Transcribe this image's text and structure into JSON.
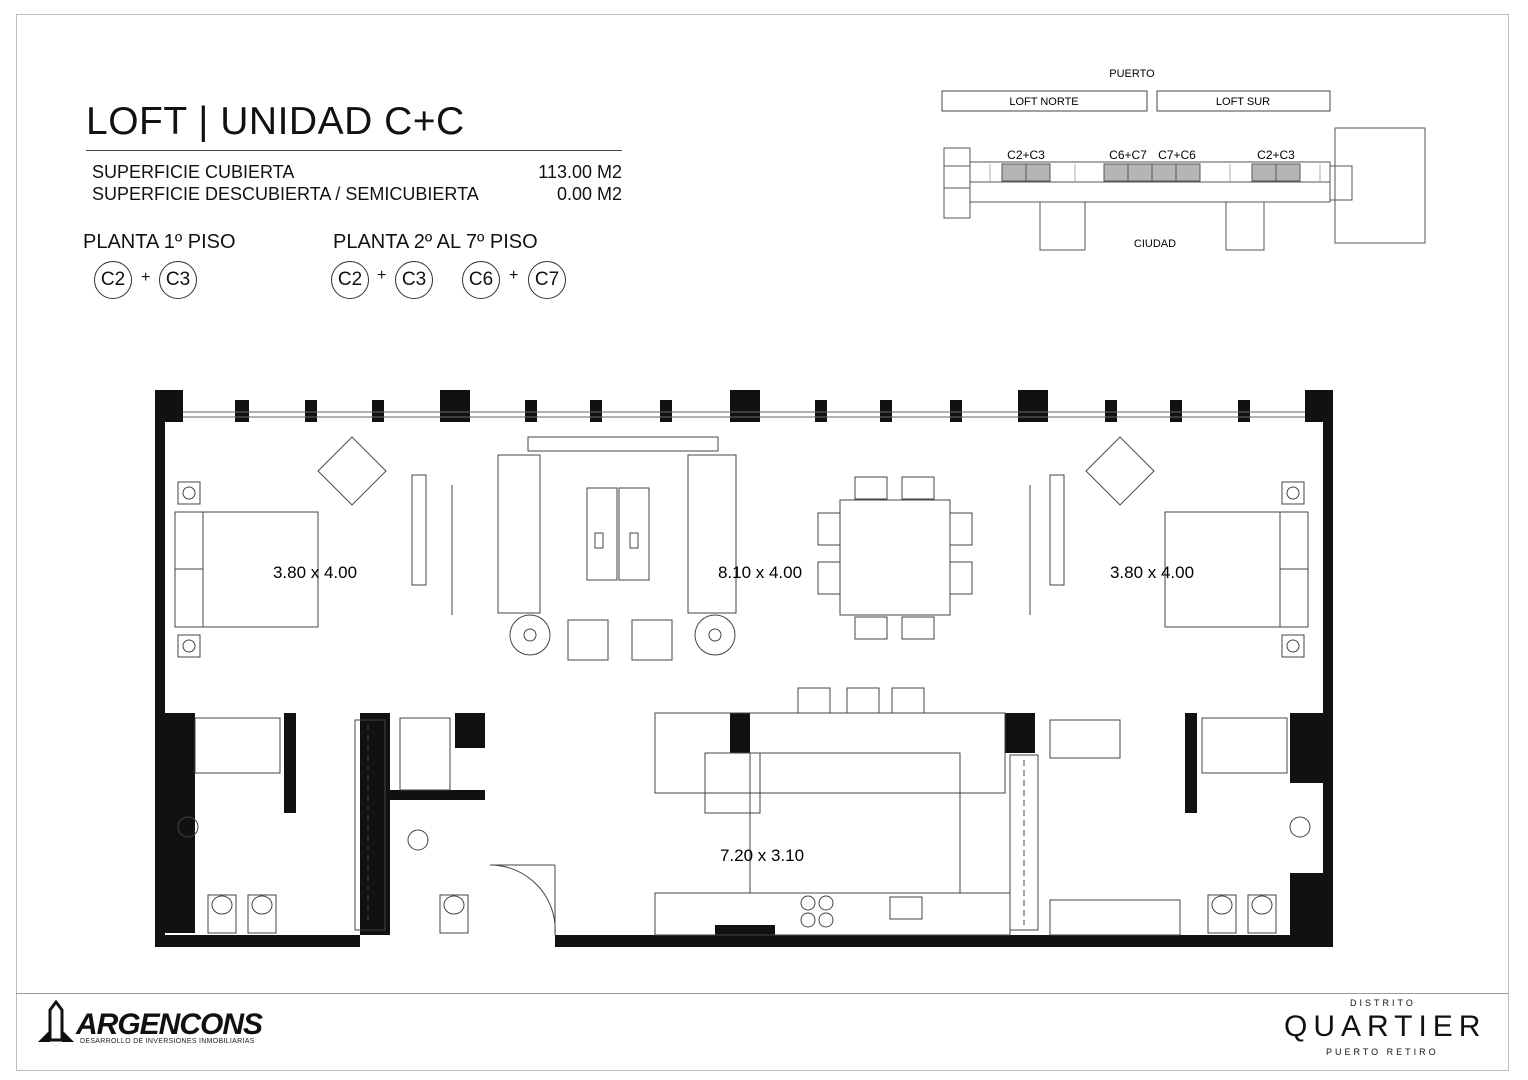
{
  "header": {
    "title": "LOFT | UNIDAD C+C",
    "specs": [
      {
        "label": "SUPERFICIE CUBIERTA",
        "value": "113.00 M2"
      },
      {
        "label": "SUPERFICIE DESCUBIERTA / SEMICUBIERTA",
        "value": "0.00 M2"
      }
    ]
  },
  "floors": {
    "first": {
      "label": "PLANTA 1º PISO",
      "units": [
        "C2",
        "C3"
      ]
    },
    "upper": {
      "label": "PLANTA 2º AL 7º PISO",
      "units": [
        "C2",
        "C3",
        "C6",
        "C7"
      ]
    },
    "plus": "+"
  },
  "keyplan": {
    "north_label": "PUERTO",
    "south_label": "CIUDAD",
    "wings": [
      "LOFT NORTE",
      "LOFT SUR"
    ],
    "unit_tags": [
      "C2+C3",
      "C6+C7",
      "C7+C6",
      "C2+C3"
    ]
  },
  "plan": {
    "rooms": [
      {
        "name": "bedroom-left",
        "dims": "3.80 x 4.00"
      },
      {
        "name": "living-dining",
        "dims": "8.10 x 4.00"
      },
      {
        "name": "bedroom-right",
        "dims": "3.80 x 4.00"
      },
      {
        "name": "kitchen",
        "dims": "7.20 x 3.10"
      }
    ]
  },
  "footer": {
    "developer": "ARGENCONS",
    "developer_tagline": "DESARROLLO DE INVERSIONES INMOBILIARIAS",
    "project_top": "DISTRITO",
    "project_name": "QUARTIER",
    "project_bottom": "PUERTO RETIRO"
  },
  "colors": {
    "ink": "#111111",
    "fill_gray": "#b5b5b5",
    "line": "#444444"
  }
}
